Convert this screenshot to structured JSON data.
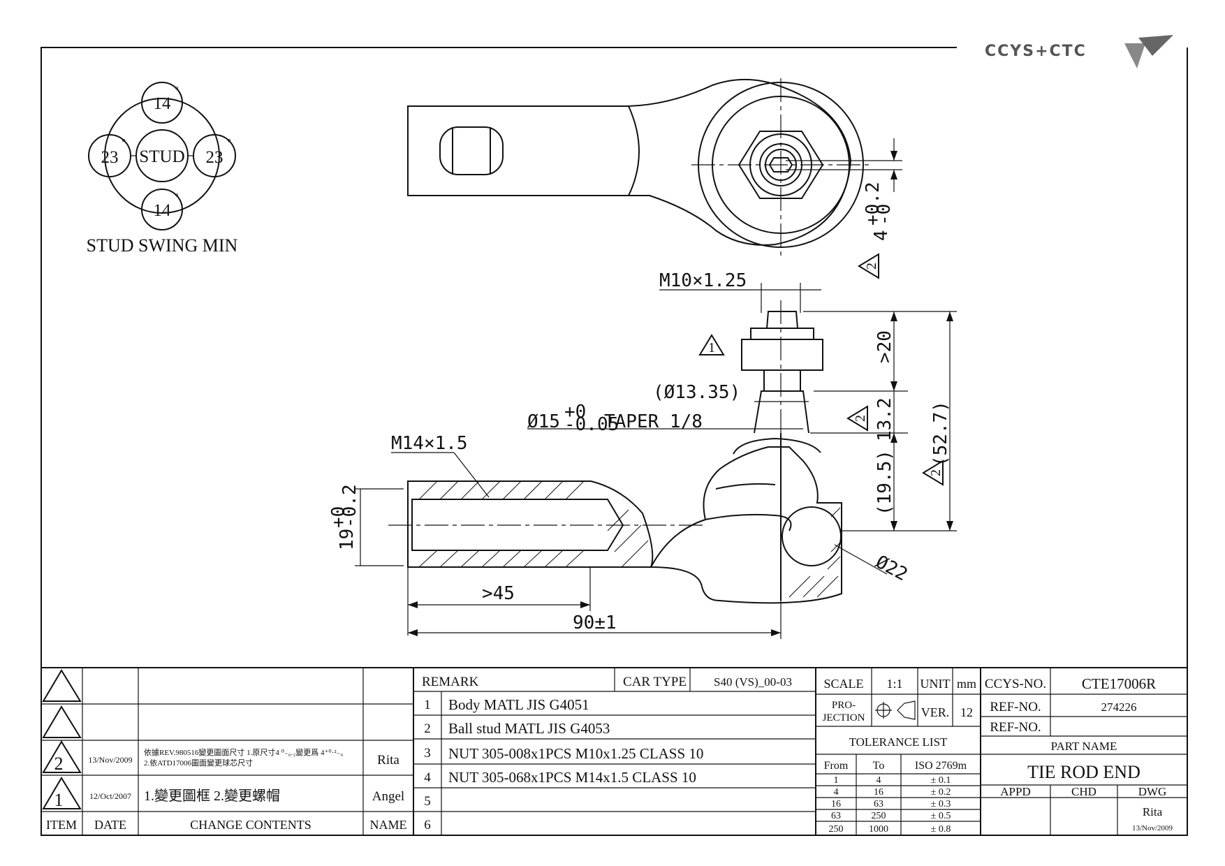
{
  "logo": {
    "text": "CCYS+CTC"
  },
  "swing": {
    "top": "14",
    "bottom": "14",
    "left": "23",
    "right": "23",
    "center": "STUD",
    "degree": "°",
    "caption": "STUD SWING MIN"
  },
  "dimensions": {
    "thread_stud": "M10×1.25",
    "neck_dia": "(Ø13.35)",
    "taper": "Ø15",
    "taper_tol_upper": "+0",
    "taper_tol_lower": "-0.05",
    "taper_label": "TAPER 1/8",
    "thread_rod": "M14×1.5",
    "rod_dia": "19",
    "rod_dia_tol_upper": "+0",
    "rod_dia_tol_lower": "-0.2",
    "thread_depth": ">45",
    "overall_length": "90±1",
    "ball_dia": "Ø22",
    "stud_len": ">20",
    "taper_len": "13.2",
    "height_total": "(52.7)",
    "height_body": "(19.5)",
    "top_dim": "4",
    "top_dim_upper": "+0.2",
    "top_dim_lower": "-0",
    "rev_mark": "1",
    "rev_mark_2": "2"
  },
  "change_log": {
    "headers": {
      "item": "ITEM",
      "date": "DATE",
      "contents": "CHANGE CONTENTS",
      "name": "NAME"
    },
    "rows": [
      {
        "item": "",
        "date": "",
        "contents": "",
        "name": ""
      },
      {
        "item": "",
        "date": "",
        "contents": "",
        "name": ""
      },
      {
        "item": "2",
        "date": "13/Nov/2009",
        "contents_line1": "依據REV.980516變更圖面尺寸 1.原尺寸4 ⁰₋₀.₂變更爲 4⁺⁰·²₋₀",
        "contents_line2": "2.依ATD17006圖面變更球芯尺寸",
        "name": "Rita"
      },
      {
        "item": "1",
        "date": "12/Oct/2007",
        "contents": "1.變更圖框 2.變更螺帽",
        "name": "Angel"
      }
    ]
  },
  "remarks": {
    "header": "REMARK",
    "car_type_label": "CAR TYPE",
    "car_type_value": "S40 (VS)_00-03",
    "rows": [
      {
        "no": "1",
        "text": "Body MATL JIS G4051"
      },
      {
        "no": "2",
        "text": "Ball stud MATL JIS G4053"
      },
      {
        "no": "3",
        "text": "NUT 305-008x1PCS M10x1.25 CLASS 10"
      },
      {
        "no": "4",
        "text": "NUT 305-068x1PCS M14x1.5 CLASS 10"
      },
      {
        "no": "5",
        "text": ""
      },
      {
        "no": "6",
        "text": ""
      }
    ]
  },
  "spec": {
    "scale_label": "SCALE",
    "scale_value": "1:1",
    "unit_label": "UNIT",
    "unit_value": "mm",
    "projection_label_1": "PRO-",
    "projection_label_2": "JECTION",
    "ver_label": "VER.",
    "ver_value": "12",
    "tolerance_title": "TOLERANCE LIST",
    "tol_headers": {
      "from": "From",
      "to": "To",
      "iso": "ISO 2769m"
    },
    "tolerances": [
      {
        "from": "1",
        "to": "4",
        "tol": "± 0.1"
      },
      {
        "from": "4",
        "to": "16",
        "tol": "± 0.2"
      },
      {
        "from": "16",
        "to": "63",
        "tol": "± 0.3"
      },
      {
        "from": "63",
        "to": "250",
        "tol": "± 0.5"
      },
      {
        "from": "250",
        "to": "1000",
        "tol": "± 0.8"
      }
    ]
  },
  "part": {
    "ccys_no_label": "CCYS-NO.",
    "ccys_no_value": "CTE17006R",
    "ref_no_label": "REF-NO.",
    "ref_no_value": "274226",
    "ref_no_label_2": "REF-NO.",
    "ref_no_value_2": "",
    "part_name_label": "PART NAME",
    "part_name_value": "TIE ROD END",
    "appd": "APPD",
    "chd": "CHD",
    "dwg": "DWG",
    "drawn_by": "Rita",
    "drawn_date": "13/Nov/2009"
  }
}
